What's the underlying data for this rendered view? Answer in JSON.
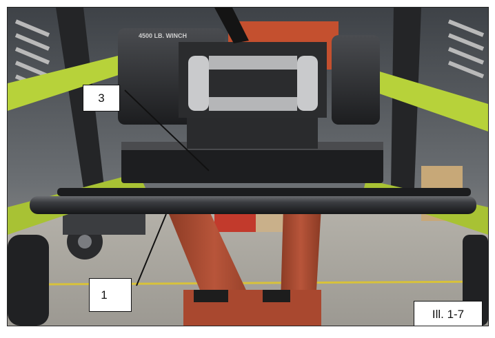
{
  "photo": {
    "winch_label": "4500 LB. WINCH"
  },
  "callouts": [
    {
      "label": "3"
    },
    {
      "label": "1"
    }
  ],
  "figure_label": "Ill. 1-7"
}
